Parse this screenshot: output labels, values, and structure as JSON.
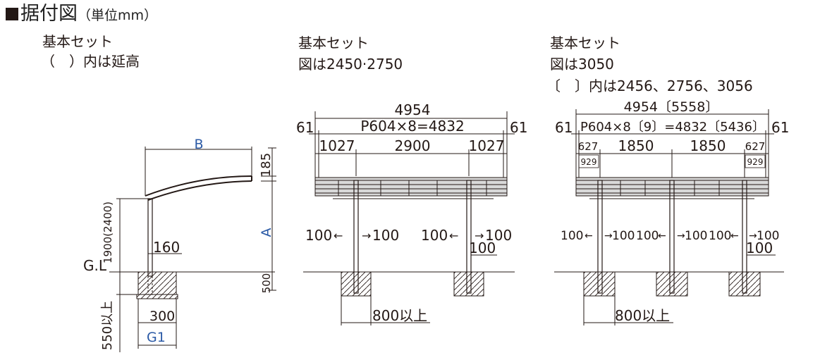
{
  "title": {
    "main": "据付図",
    "unit": "（単位mm）"
  },
  "colors": {
    "ink": "#231815",
    "blue_label": "#2b5aa6",
    "panel_gray": "#d9d9d9"
  },
  "side_view": {
    "set_label": "基本セット",
    "note": "（　）内は延高",
    "B": "B",
    "A": "A",
    "top_185": "185",
    "height": "1900(2400)",
    "gl": "G.L",
    "width_160": "160",
    "depth_500": "500",
    "depth_550": "550以上",
    "base_300": "300",
    "G1": "G1"
  },
  "front_view_1": {
    "set_label": "基本セット",
    "fig_note": "図は2450·2750",
    "total": "4954",
    "edge_left": "61",
    "edge_right": "61",
    "pitch": "P604×8=4832",
    "span_left": "1027",
    "span_mid": "2900",
    "span_right": "1027",
    "off_l1": "100",
    "off_r1": "100",
    "off_l2": "100",
    "off_r2": "100",
    "off_bottom": "100",
    "footing": "800以上"
  },
  "front_view_2": {
    "set_label": "基本セット",
    "fig_note": "図は3050",
    "ext_note": "〔　〕内は2456、2756、3056",
    "total": "4954〔5558〕",
    "edge_left": "61",
    "edge_right": "61",
    "pitch": "P604×8〔9〕=4832〔5436〕",
    "span_left": "627",
    "span_left_ext": "929",
    "span_mid1": "1850",
    "span_mid2": "1850",
    "span_right": "627",
    "span_right_ext": "929",
    "offsets": [
      "100",
      "100",
      "100",
      "100",
      "100",
      "100"
    ],
    "off_bottom": "100",
    "footing": "800以上"
  }
}
